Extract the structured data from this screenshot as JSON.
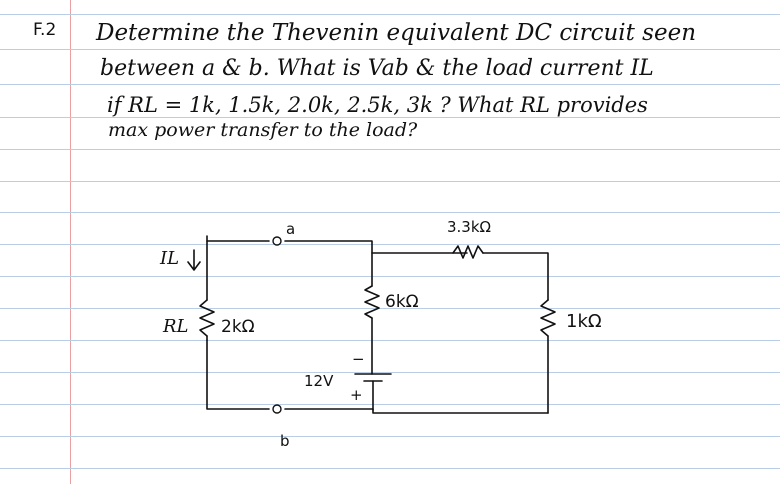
{
  "problem": {
    "label": "F.2",
    "lines": [
      "Determine the Thevenin equivalent DC circuit seen",
      "between a & b. What is Vab & the load current IL",
      "if RL = 1k, 1.5k, 2.0k, 2.5k, 3k ? What RL provides",
      "max power transfer to the load?"
    ]
  },
  "circuit": {
    "current_label": "IL",
    "node_a": "a",
    "node_b": "b",
    "load_label": "RL",
    "load_value": "2kΩ",
    "top_resistor": "3.3kΩ",
    "middle_resistor": "6kΩ",
    "right_resistor": "1kΩ",
    "source_voltage": "12V",
    "source_minus": "−",
    "source_plus": "+"
  }
}
